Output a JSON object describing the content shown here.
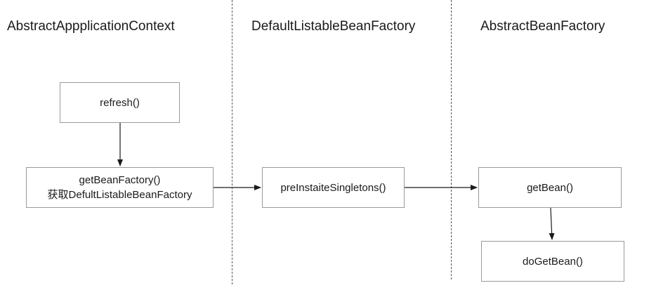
{
  "lanes": [
    {
      "title": "AbstractAppplicationContext"
    },
    {
      "title": "DefaultListableBeanFactory"
    },
    {
      "title": "AbstractBeanFactory"
    }
  ],
  "nodes": {
    "refresh": {
      "label": "refresh()"
    },
    "get_bean_factory": {
      "line1": "getBeanFactory()",
      "line2": "获取DefultListableBeanFactory"
    },
    "pre_instantiate": {
      "label": "preInstaiteSingletons()"
    },
    "get_bean": {
      "label": "getBean()"
    },
    "do_get_bean": {
      "label": "doGetBean()"
    }
  },
  "edges": [
    {
      "from": "refresh()",
      "to": "getBeanFactory()"
    },
    {
      "from": "getBeanFactory()",
      "to": "preInstaiteSingletons()"
    },
    {
      "from": "preInstaiteSingletons()",
      "to": "getBean()"
    },
    {
      "from": "getBean()",
      "to": "doGetBean()"
    }
  ],
  "colors": {
    "line": "#1a1a1a",
    "box_border": "#9a9a9a",
    "divider": "#555555"
  }
}
